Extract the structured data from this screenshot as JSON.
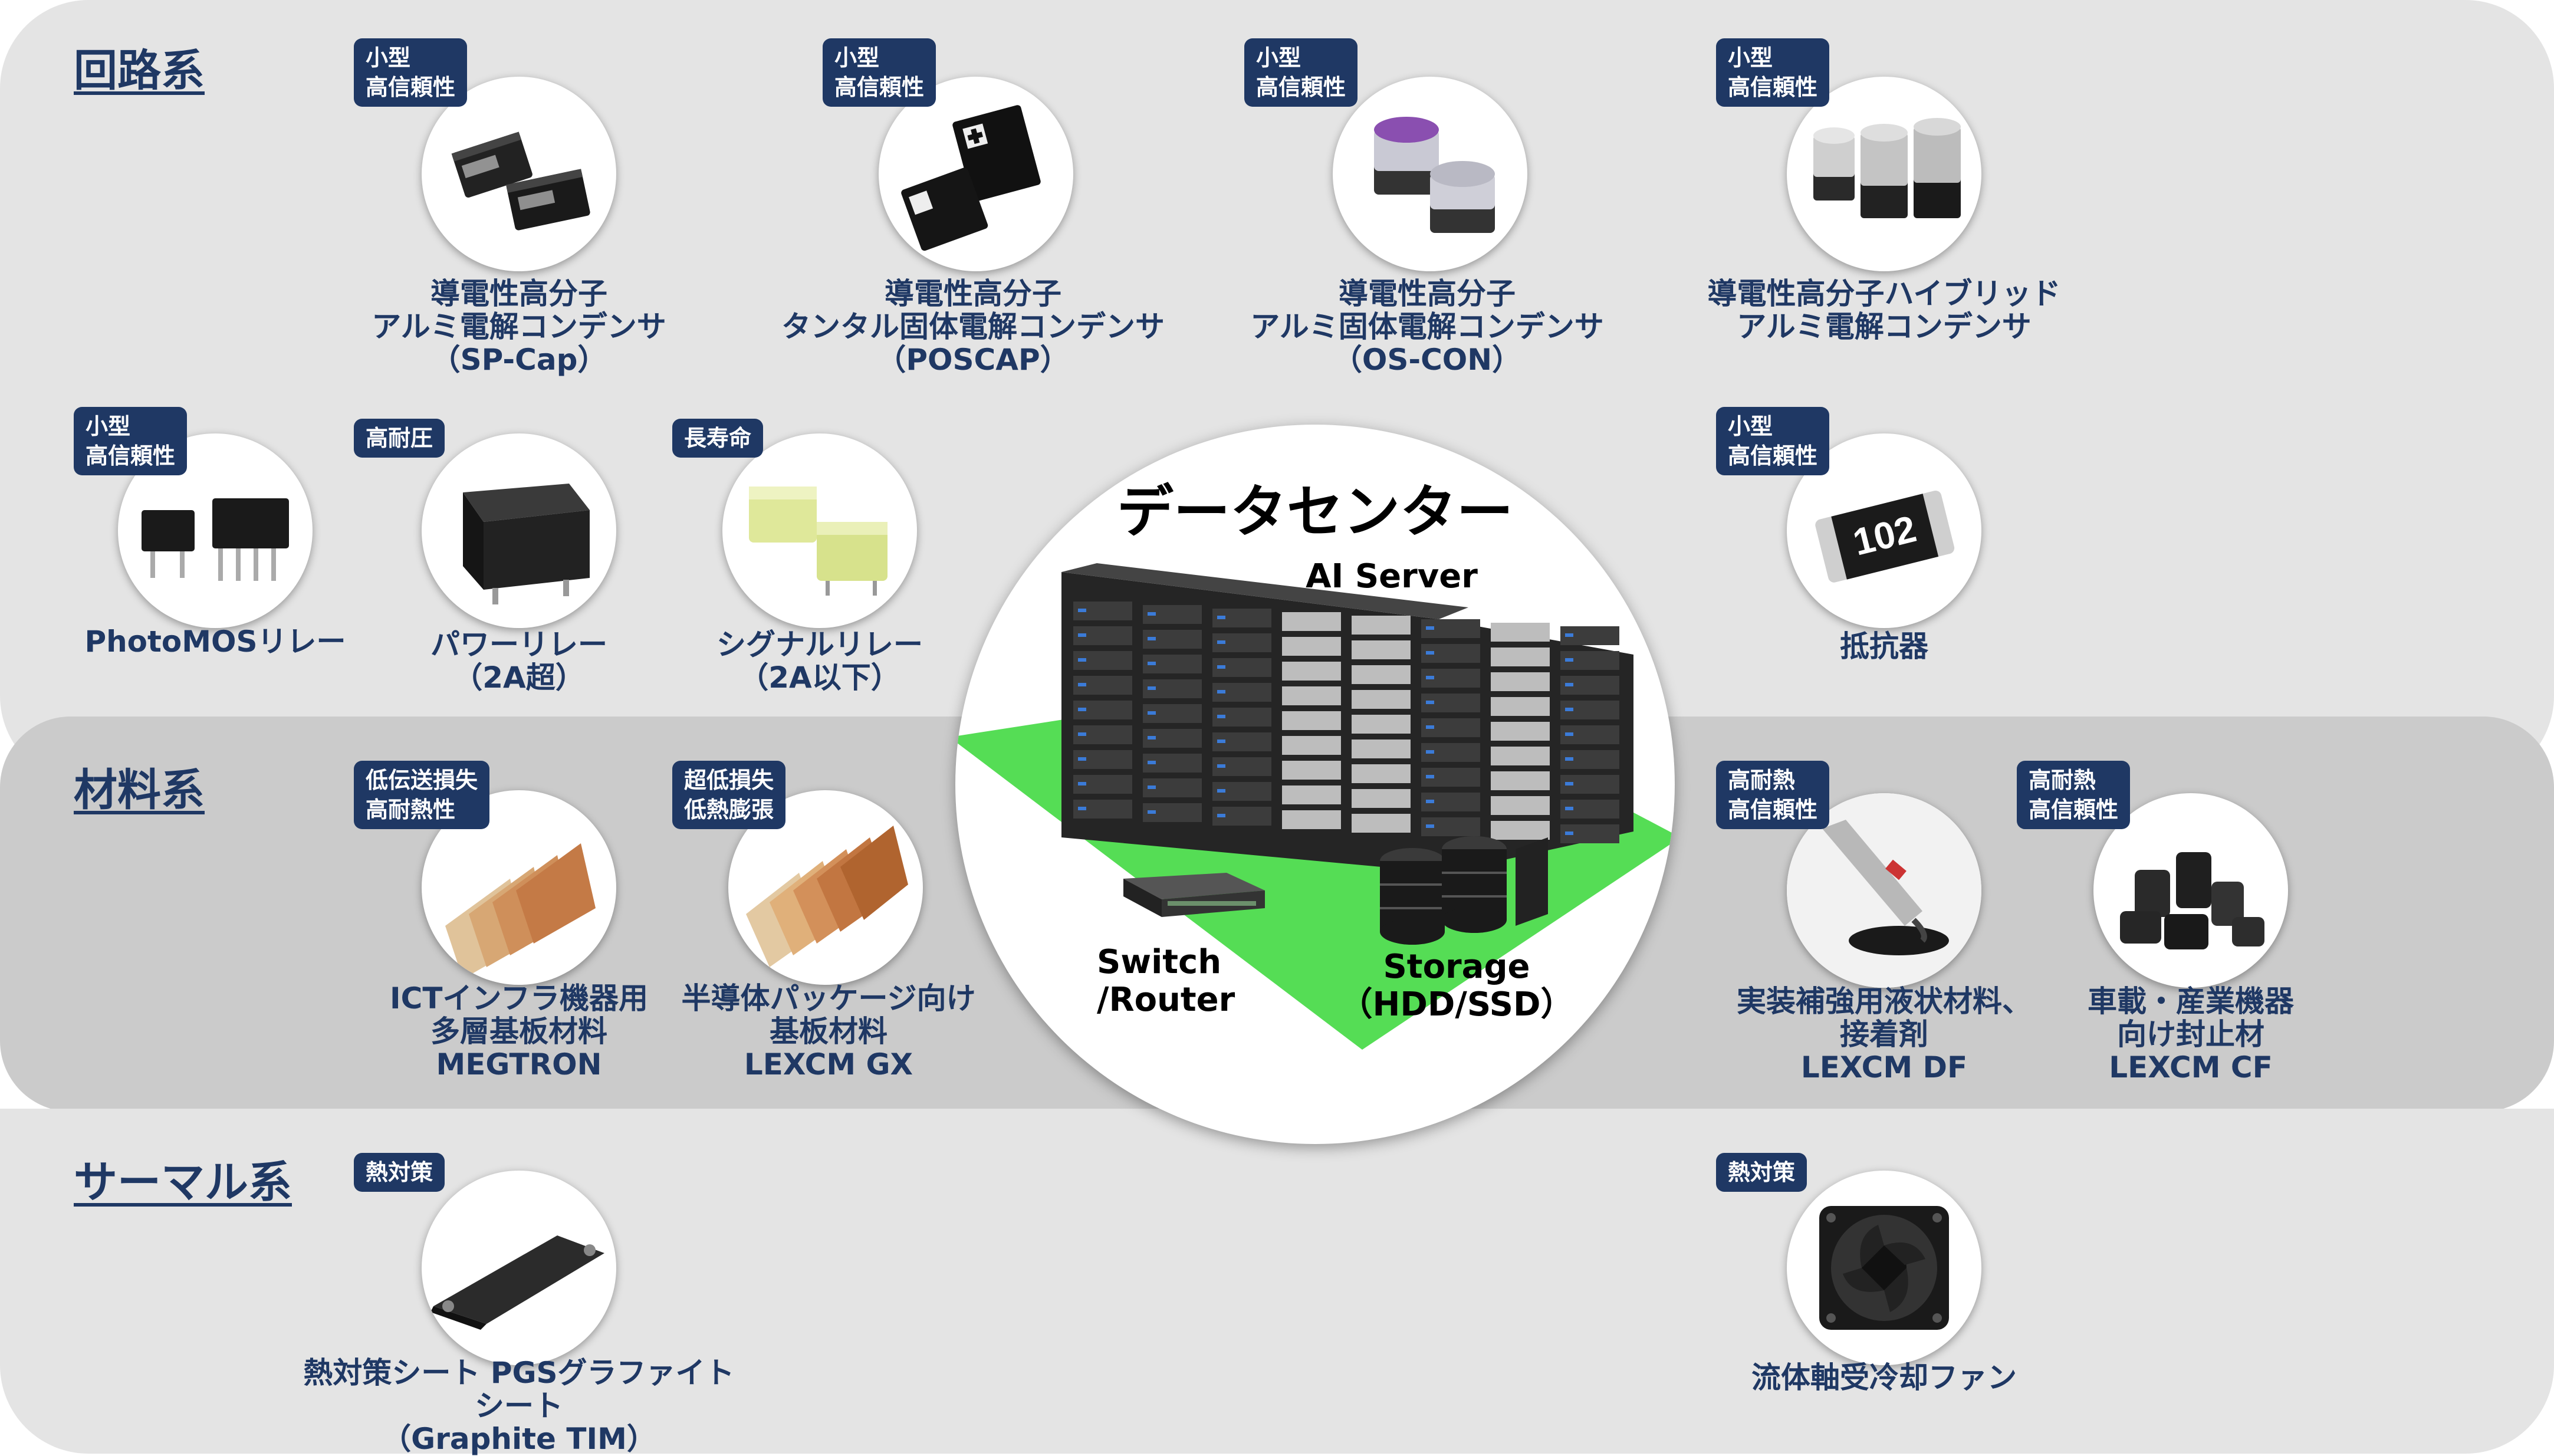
{
  "sections": {
    "circuit": "回路系",
    "material": "材料系",
    "thermal": "サーマル系"
  },
  "center": {
    "title": "データセンター",
    "ai_server": "AI Server",
    "switch": "Switch\n/Router",
    "storage": "Storage\n（HDD/SSD）",
    "floor_color": "#55dd55"
  },
  "products": {
    "spcap": {
      "badge": "小型\n高信頼性",
      "name": "導電性高分子\nアルミ電解コンデンサ\n（SP-Cap）"
    },
    "poscap": {
      "badge": "小型\n高信頼性",
      "name": "導電性高分子\nタンタル固体電解コンデンサ\n（POSCAP）"
    },
    "oscon": {
      "badge": "小型\n高信頼性",
      "name": "導電性高分子\nアルミ固体電解コンデンサ\n（OS-CON）"
    },
    "hybrid": {
      "badge": "小型\n高信頼性",
      "name": "導電性高分子ハイブリッド\nアルミ電解コンデンサ"
    },
    "photomos": {
      "badge": "小型\n高信頼性",
      "name": "PhotoMOSリレー"
    },
    "power_relay": {
      "badge": "高耐圧",
      "name": "パワーリレー\n（2A超）"
    },
    "signal_relay": {
      "badge": "長寿命",
      "name": "シグナルリレー\n（2A以下）"
    },
    "resistor": {
      "badge": "小型\n高信頼性",
      "name": "抵抗器",
      "marking": "102"
    },
    "megtron": {
      "badge": "低伝送損失\n高耐熱性",
      "name": "ICTインフラ機器用\n多層基板材料\nMEGTRON"
    },
    "lexcm_gx": {
      "badge": "超低損失\n低熱膨張",
      "name": "半導体パッケージ向け\n基板材料\nLEXCM GX"
    },
    "lexcm_df": {
      "badge": "高耐熱\n高信頼性",
      "name": "実装補強用液状材料、\n接着剤\nLEXCM DF"
    },
    "lexcm_cf": {
      "badge": "高耐熱\n高信頼性",
      "name": "車載・産業機器\n向け封止材\nLEXCM CF"
    },
    "pgs": {
      "badge": "熱対策",
      "name": "熱対策シート PGSグラファイトシート\n（Graphite TIM）"
    },
    "fan": {
      "badge": "熱対策",
      "name": "流体軸受冷却ファン"
    }
  },
  "colors": {
    "navy": "#1f3864",
    "zone_light": "#e4e4e4",
    "zone_dark": "#cbcbcb"
  }
}
